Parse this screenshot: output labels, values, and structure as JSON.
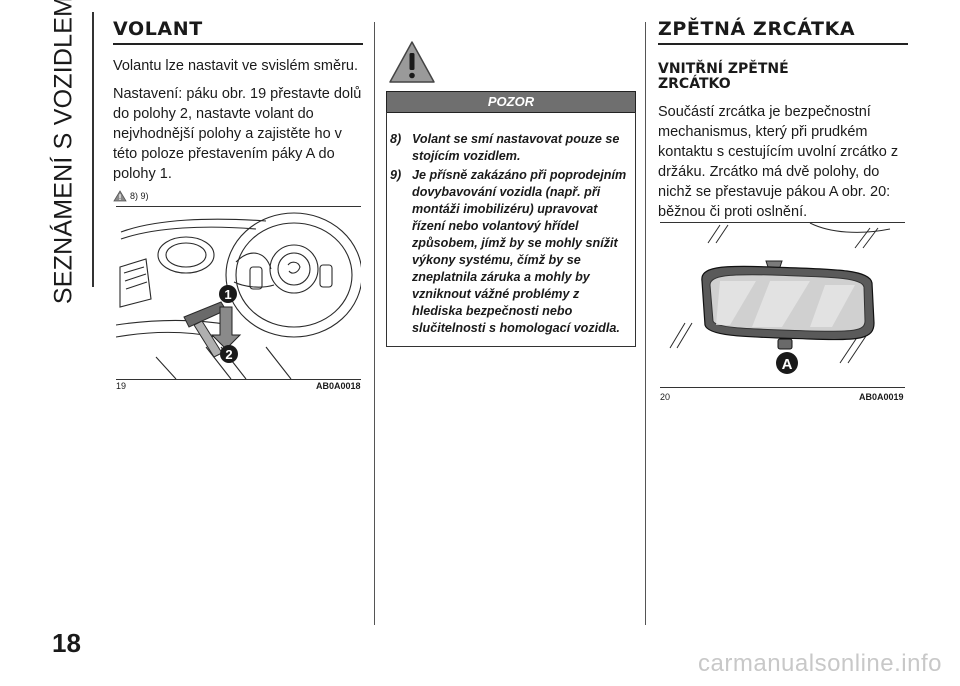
{
  "side_title": "SEZNÁMENÍ S VOZIDLEM",
  "page_number": "18",
  "watermark": "carmanualsonline.info",
  "steering": {
    "heading": "VOLANT",
    "p1": "Volantu lze nastavit ve svislém směru.",
    "p2": "Nastavení: páku obr. 19 přestavte dolů do polohy 2, nastavte volant do nejvhodnější polohy a zajistěte ho v této poloze přestavením páky A do polohy 1.",
    "refs": "8) 9)",
    "figure": {
      "number": "19",
      "code": "AB0A0018",
      "callouts": [
        "1",
        "2"
      ]
    }
  },
  "warning": {
    "title": "POZOR",
    "items": [
      {
        "num": "8)",
        "text": "Volant se smí nastavovat pouze se stojícím vozidlem."
      },
      {
        "num": "9)",
        "text": "Je přísně zakázáno při poprodejním dovybavování vozidla (např. při montáži imobilizéru) upravovat řízení nebo volantový hřídel způsobem, jímž by se mohly snížit výkony systému, čímž by se zneplatnila záruka a mohly by vzniknout vážné problémy z hlediska bezpečnosti nebo slučitelnosti s homologací vozidla."
      }
    ]
  },
  "mirrors": {
    "heading": "ZPĚTNÁ ZRCÁTKA",
    "subheading": "VNITŘNÍ ZPĚTNÉ ZRCÁTKO",
    "p1": "Součástí zrcátka je bezpečnostní mechanismus, který při prudkém kontaktu s cestujícím uvolní zrcátko z držáku. Zrcátko má dvě polohy, do nichž se přestavuje pákou A obr. 20: běžnou či proti oslnění.",
    "figure": {
      "number": "20",
      "code": "AB0A0019",
      "callouts": [
        "A"
      ]
    }
  },
  "colors": {
    "warning_bar": "#6f6f6f",
    "callout": "#1a1a1a"
  },
  "icons": [
    "warning-triangle-icon"
  ]
}
